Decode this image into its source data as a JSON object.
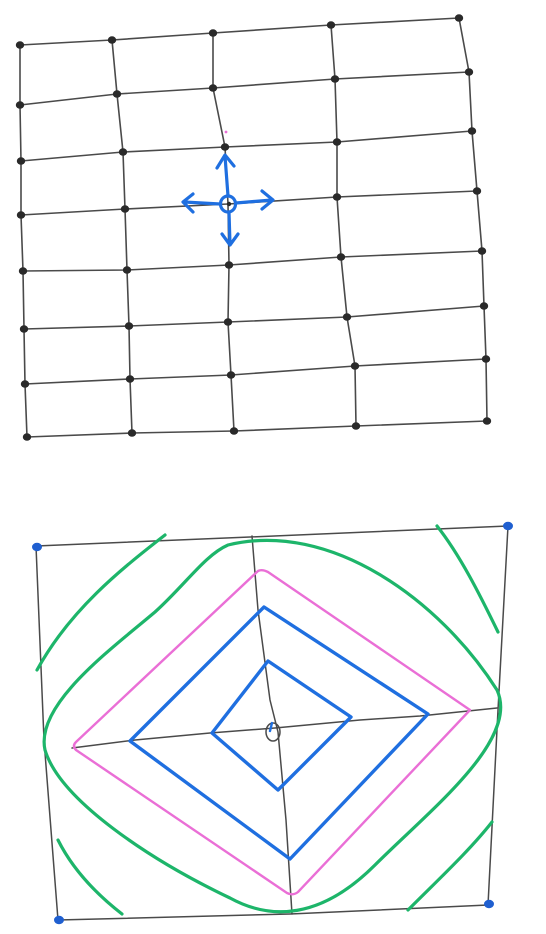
{
  "colors": {
    "paper": "#ffffff",
    "pencil": "#4a4a4a",
    "grid_dot": "#2a2a2a",
    "arrows": "#1f6fe0",
    "contour_inner": "#1f6fe0",
    "contour_pink": "#ea6fd6",
    "contour_green": "#1db56a",
    "corner_dot": "#1f5fd0"
  },
  "icons": {
    "center_marker": "circle-with-four-arrows",
    "corner_marker": "filled-dot"
  },
  "top_panel": {
    "grid_rows": 8,
    "grid_columns": 5,
    "highlighted_node": {
      "row": 3,
      "column": 2
    }
  },
  "bottom_panel": {
    "contours": [
      {
        "level": 1,
        "color": "contour_inner"
      },
      {
        "level": 2,
        "color": "contour_inner"
      },
      {
        "level": 3,
        "color": "contour_pink"
      },
      {
        "level": 4,
        "color": "contour_green"
      }
    ]
  }
}
